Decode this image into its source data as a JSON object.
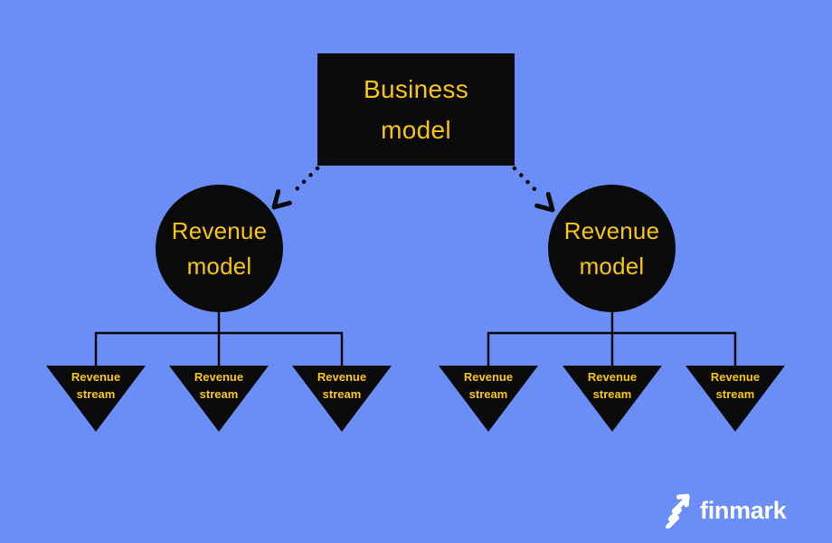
{
  "colors": {
    "background": "#6A8DF6",
    "node_fill": "#0B0B0B",
    "label_yellow": "#F7C513",
    "logo_white": "#FFFFFF"
  },
  "root_node": {
    "line1": "Business",
    "line2": "model"
  },
  "left_branch": {
    "node": {
      "line1": "Revenue",
      "line2": "model"
    },
    "children": [
      {
        "line1": "Revenue",
        "line2": "stream"
      },
      {
        "line1": "Revenue",
        "line2": "stream"
      },
      {
        "line1": "Revenue",
        "line2": "stream"
      }
    ]
  },
  "right_branch": {
    "node": {
      "line1": "Revenue",
      "line2": "model"
    },
    "children": [
      {
        "line1": "Revenue",
        "line2": "stream"
      },
      {
        "line1": "Revenue",
        "line2": "stream"
      },
      {
        "line1": "Revenue",
        "line2": "stream"
      }
    ]
  },
  "logo": {
    "wordmark": "finmark"
  }
}
